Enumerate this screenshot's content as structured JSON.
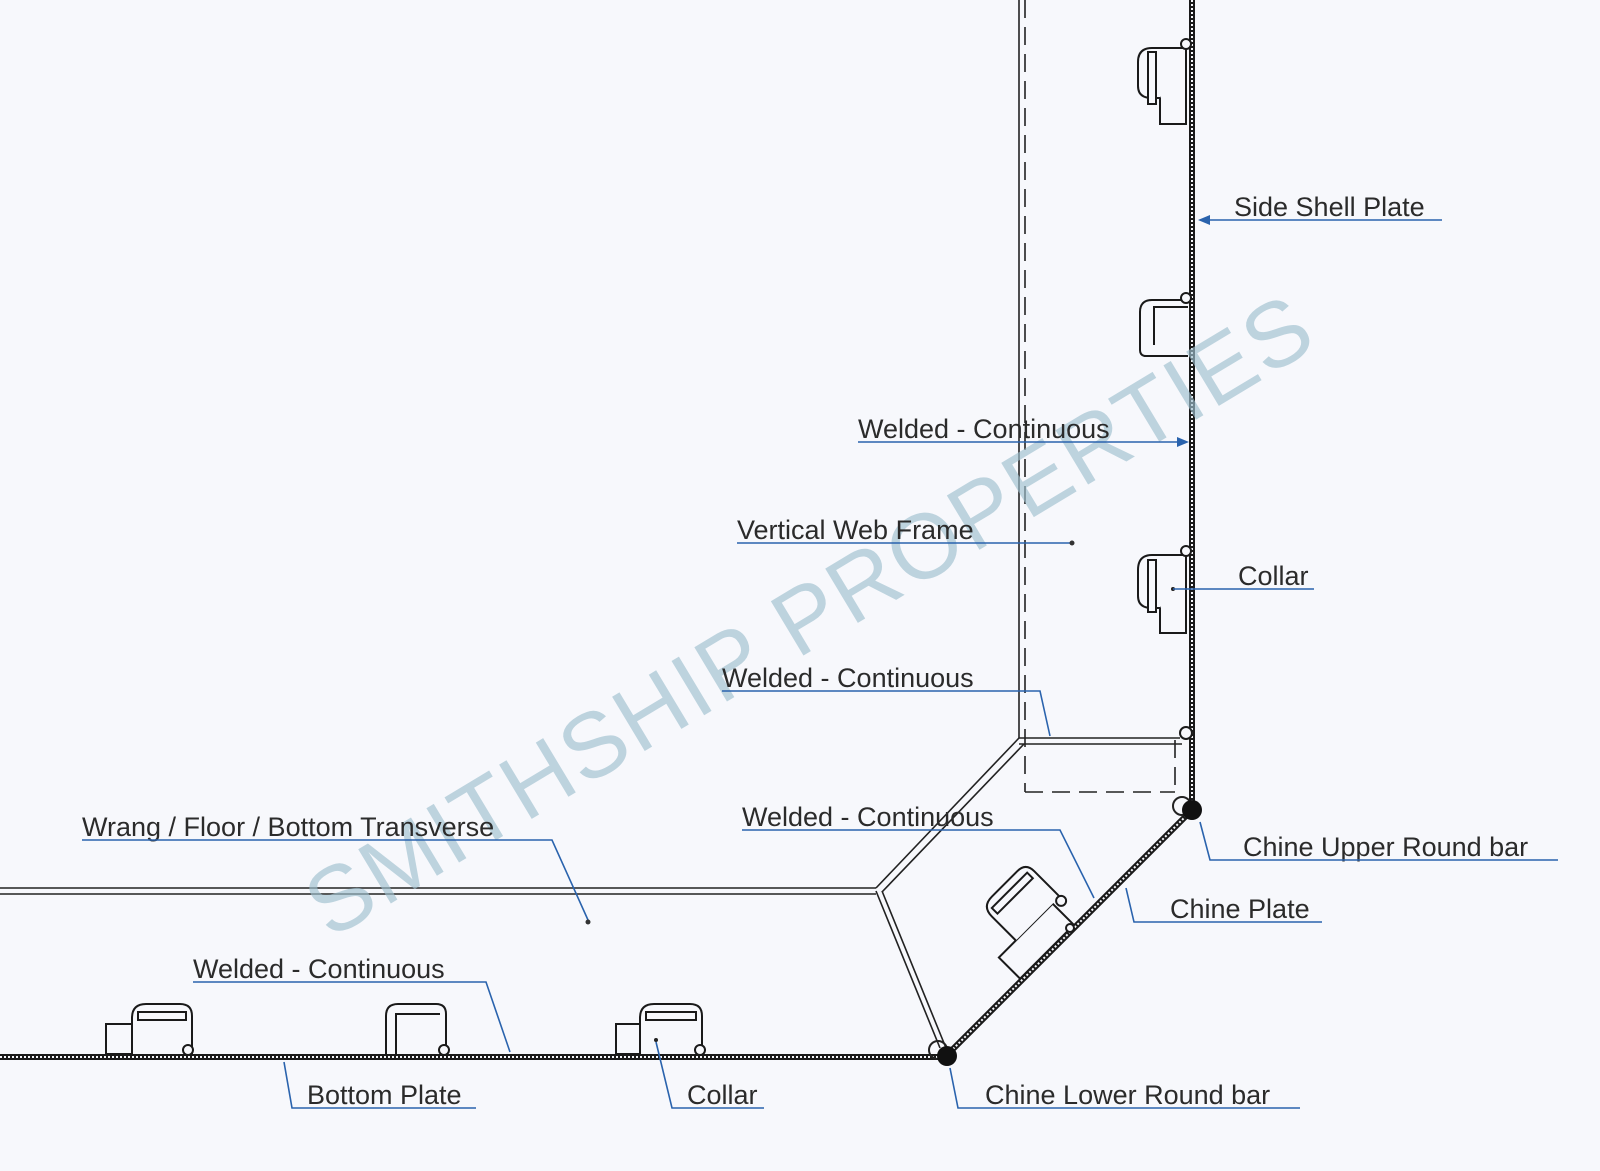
{
  "watermark": "SMITHSHIP PROPERTIES",
  "labels": {
    "side_shell_plate": "Side Shell Plate",
    "welded_continuous_1": "Welded - Continuous",
    "vertical_web_frame": "Vertical Web Frame",
    "collar_side": "Collar",
    "welded_continuous_2": "Welded - Continuous",
    "wrang_floor": "Wrang / Floor / Bottom Transverse",
    "welded_continuous_3": "Welded - Continuous",
    "chine_upper_round_bar": "Chine Upper Round bar",
    "chine_plate": "Chine Plate",
    "welded_continuous_4": "Welded - Continuous",
    "bottom_plate": "Bottom Plate",
    "collar_bottom": "Collar",
    "chine_lower_round_bar": "Chine Lower Round bar"
  },
  "colors": {
    "leader": "#2a63ad",
    "watermark": "#9fc0cf",
    "line": "#1a1a1a",
    "background": "#f7f8fc"
  }
}
